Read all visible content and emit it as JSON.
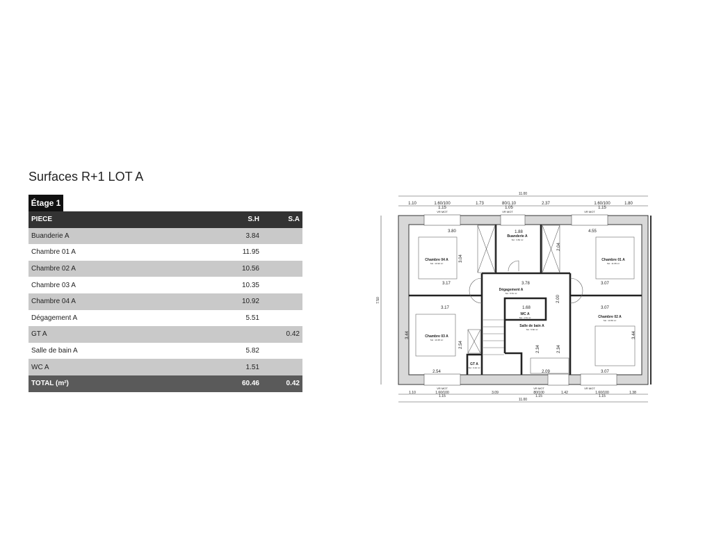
{
  "title": "Surfaces R+1 LOT A",
  "tab": "Étage 1",
  "table": {
    "headers": [
      "PIECE",
      "S.H",
      "S.A"
    ],
    "rows": [
      [
        "Buanderie A",
        "3.84",
        ""
      ],
      [
        "Chambre 01 A",
        "11.95",
        ""
      ],
      [
        "Chambre 02 A",
        "10.56",
        ""
      ],
      [
        "Chambre 03 A",
        "10.35",
        ""
      ],
      [
        "Chambre 04 A",
        "10.92",
        ""
      ],
      [
        "Dégagement A",
        "5.51",
        ""
      ],
      [
        "GT A",
        "",
        "0.42"
      ],
      [
        "Salle de bain A",
        "5.82",
        ""
      ],
      [
        "WC A",
        "1.51",
        ""
      ]
    ],
    "total": [
      "TOTAL (m²)",
      "60.46",
      "0.42"
    ]
  },
  "plan": {
    "overall_width": "11.00",
    "overall_depth": "7.50",
    "top_dims": [
      "1.10",
      "1.60/100",
      "1.73",
      "80/1.10",
      "2.37",
      "1.60/100",
      "1.80"
    ],
    "top_sub": [
      "1.15",
      "1.05",
      "1.15"
    ],
    "bottom_dims": [
      "1.10",
      "1.60/100",
      "3.09",
      "80/100",
      "1.42",
      "1.60/100",
      "1.38"
    ],
    "bottom_sub": [
      "1.15",
      "1.15",
      "1.15"
    ],
    "shutter": "VR MOT",
    "rooms": [
      {
        "name": "Chambre 04 A",
        "area": "SH : 10.92 m²"
      },
      {
        "name": "Buanderie A",
        "area": "SH : 3.84 m²"
      },
      {
        "name": "Chambre 01 A",
        "area": "SH : 11.95 m²"
      },
      {
        "name": "Dégagement A",
        "area": "SH : 5.51 m²"
      },
      {
        "name": "WC A",
        "area": "SH : 1.51 m²"
      },
      {
        "name": "Salle de bain A",
        "area": "SH : 5.82 m²"
      },
      {
        "name": "Chambre 03 A",
        "area": "SH : 10.35 m²"
      },
      {
        "name": "Chambre 02 A",
        "area": "SH : 10.56 m²"
      },
      {
        "name": "GT A",
        "area": "SH : 0.42 m²"
      }
    ],
    "inner_dims": [
      "3.80",
      "1.88",
      "4.55",
      "3.17",
      "3.78",
      "3.07",
      "3.17",
      "1.68",
      "3.07",
      "2.54",
      "2.09",
      "3.07",
      "3.04",
      "2.04",
      "2.00",
      "2.54",
      "2.34",
      "2.34",
      "3.44",
      "3.44"
    ]
  }
}
